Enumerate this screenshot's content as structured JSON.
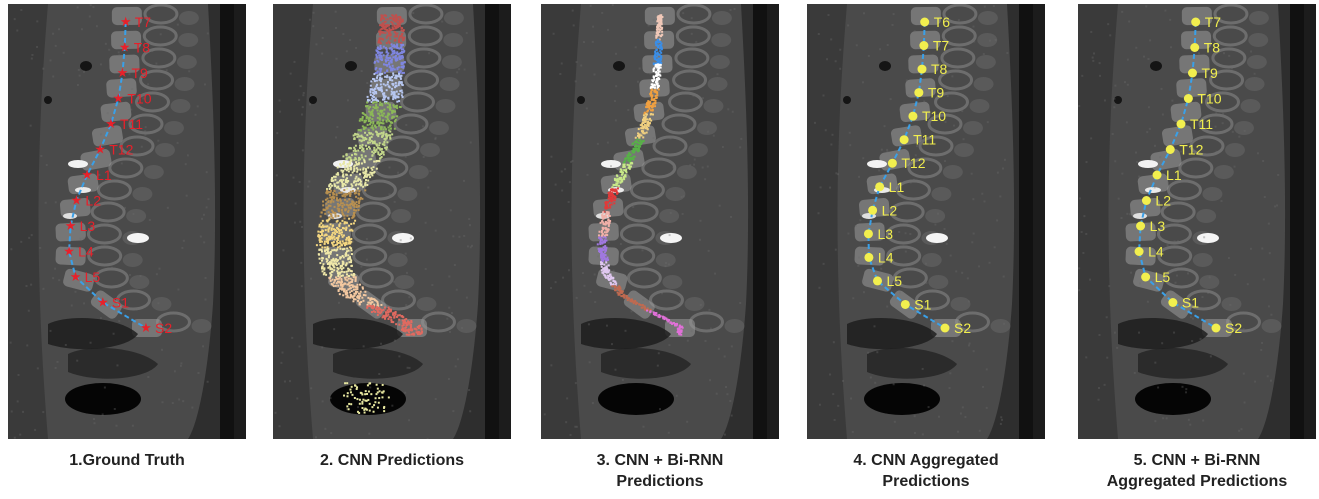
{
  "panels": [
    {
      "caption_lines": [
        "1.Ground Truth"
      ],
      "mode": "gt",
      "marker_color": "#e8202a",
      "label_color": "#e8202a",
      "line_color": "#3aa0e8",
      "labels": [
        "T7",
        "T8",
        "T9",
        "T10",
        "T11",
        "T12",
        "L1",
        "L2",
        "L3",
        "L4",
        "L5",
        "S1",
        "S2"
      ]
    },
    {
      "caption_lines": [
        "2. CNN Predictions"
      ],
      "mode": "cnn_clouds",
      "cloud_colors": [
        "#c0504d",
        "#7f86e0",
        "#b7c7f0",
        "#8cb858",
        "#c2d68a",
        "#e8e8a8",
        "#b89050",
        "#f3d680",
        "#f0e8a8",
        "#f3c8a0",
        "#e06a60"
      ]
    },
    {
      "caption_lines": [
        "3. CNN + Bi-RNN",
        "Predictions"
      ],
      "mode": "rnn_clouds",
      "cloud_colors": [
        "#f0c8b8",
        "#3a8ee8",
        "#ffffff",
        "#f0a040",
        "#f0d080",
        "#58b048",
        "#c8e888",
        "#e03a3a",
        "#f0b0a8",
        "#a078e0",
        "#e0c8f0",
        "#c06a50",
        "#e070d8"
      ]
    },
    {
      "caption_lines": [
        "4. CNN Aggregated",
        "Predictions"
      ],
      "mode": "agg",
      "marker_color": "#f2ef4e",
      "label_color": "#f2ef4e",
      "line_color": "#3aa0e8",
      "labels": [
        "T6",
        "T7",
        "T8",
        "T9",
        "T10",
        "T11",
        "T12",
        "L1",
        "L2",
        "L3",
        "L4",
        "L5",
        "S1",
        "S2"
      ]
    },
    {
      "caption_lines": [
        "5. CNN + Bi-RNN",
        "Aggregated Predictions"
      ],
      "mode": "agg",
      "marker_color": "#f2ef4e",
      "label_color": "#f2ef4e",
      "line_color": "#3aa0e8",
      "labels": [
        "T7",
        "T8",
        "T9",
        "T10",
        "T11",
        "T12",
        "L1",
        "L2",
        "L3",
        "L4",
        "L5",
        "S1",
        "S2"
      ]
    }
  ]
}
